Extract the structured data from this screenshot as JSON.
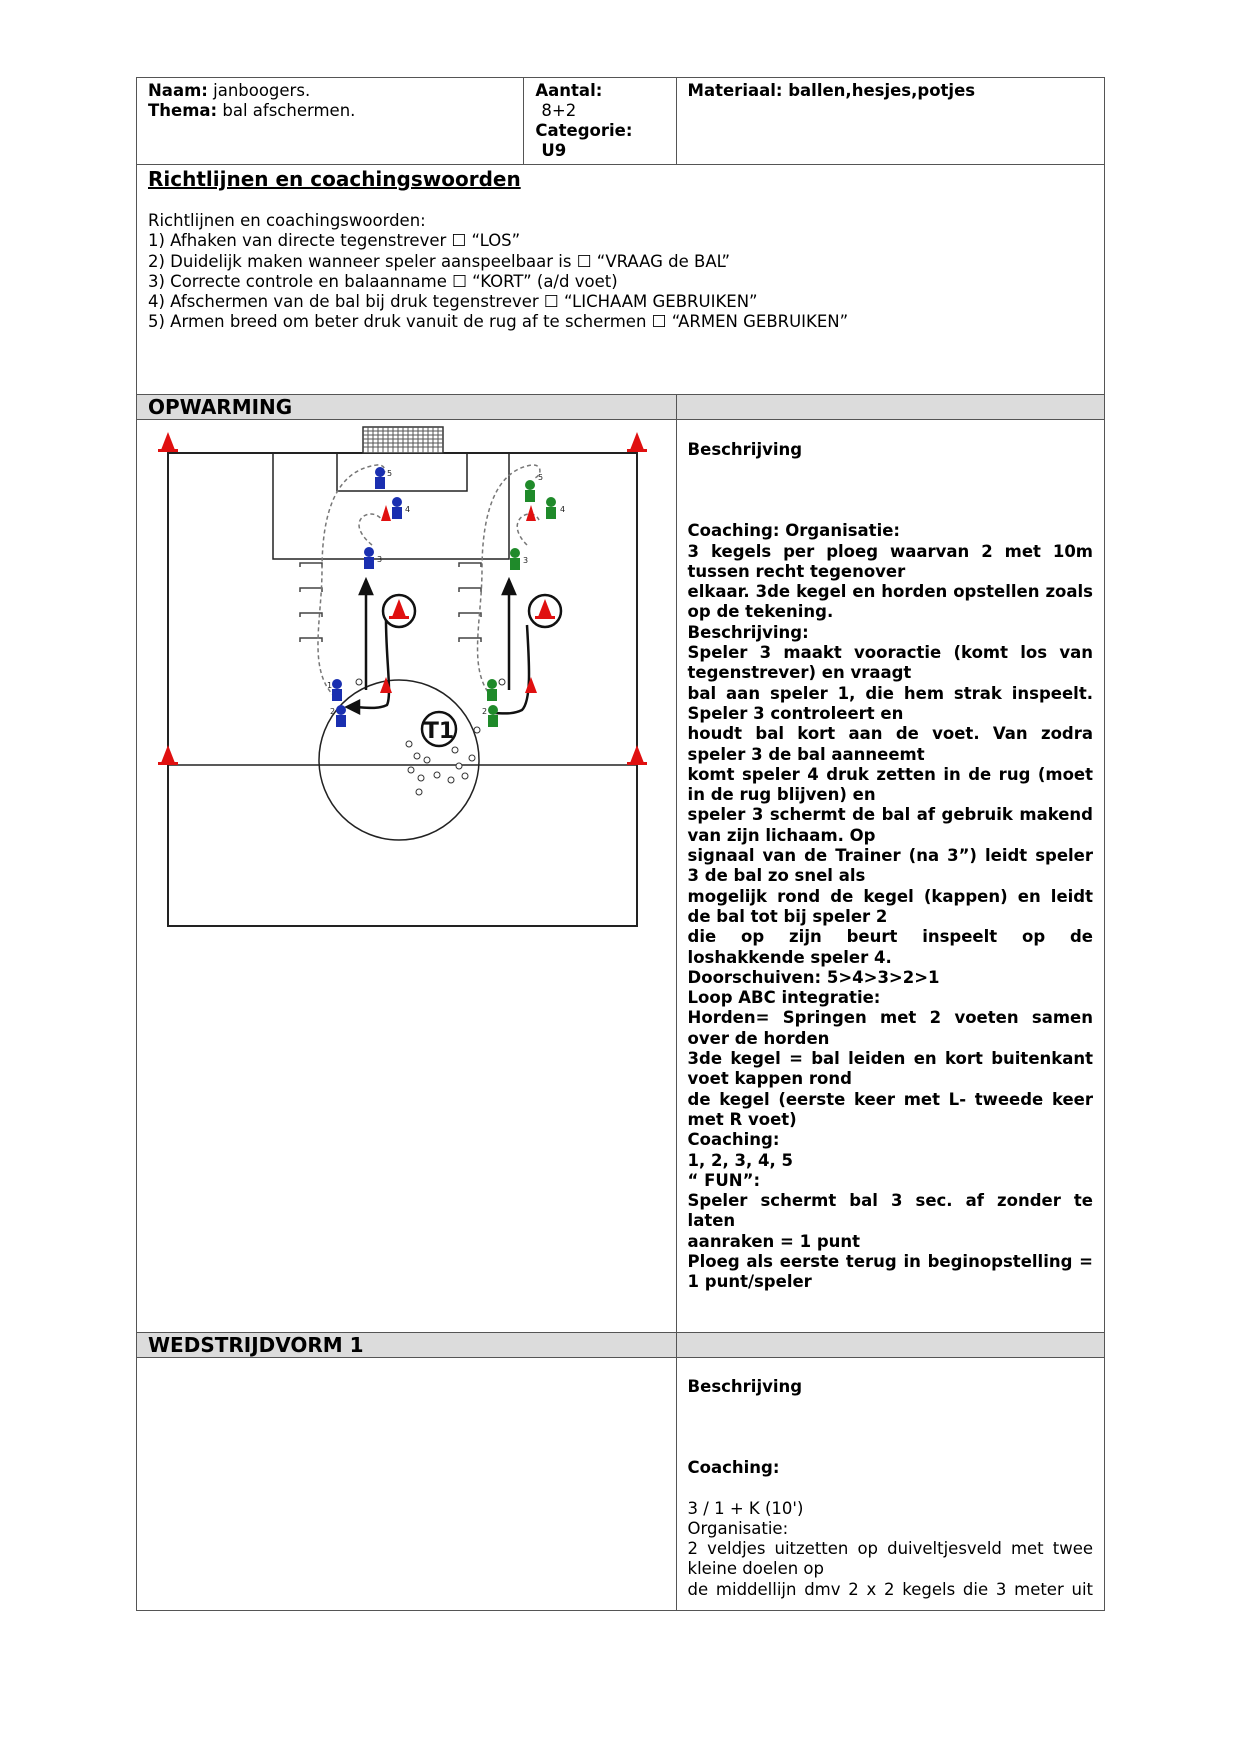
{
  "header": {
    "naam_label": "Naam:",
    "naam_value": " janboogers.",
    "thema_label": "Thema:",
    "thema_value": " bal afschermen.",
    "aantal_label": "Aantal:",
    "aantal_value": "8+2",
    "categorie_label": "Categorie:",
    "categorie_value": "U9",
    "materiaal": "Materiaal: ballen,hesjes,potjes"
  },
  "richtlijnen": {
    "title": "Richtlijnen en coachingswoorden",
    "intro": "Richtlijnen en coachingswoorden:",
    "items": [
      "1) Afhaken van directe tegenstrever ☐ “LOS”",
      "2) Duidelijk maken wanneer speler aanspeelbaar is ☐ “VRAAG de BAL”",
      "3) Correcte controle en balaanname ☐ “KORT” (a/d voet)",
      "4) Afschermen van de bal bij druk tegenstrever ☐ “LICHAAM GEBRUIKEN”",
      "5) Armen breed om beter druk vanuit de rug af te schermen ☐ “ARMEN GEBRUIKEN”"
    ]
  },
  "opwarming": {
    "title": "OPWARMING",
    "diagram_label": "T1",
    "beschrijving_heading": "Beschrijving",
    "lines": [
      "Coaching: Organisatie:",
      "3 kegels per ploeg waarvan 2 met 10m",
      "tussen recht tegenover",
      "elkaar. 3de kegel en horden opstellen zoals",
      "op de tekening.",
      "Beschrijving:",
      "Speler 3 maakt vooractie (komt los van",
      "tegenstrever) en vraagt",
      "bal aan speler 1, die hem strak inspeelt.",
      "Speler 3 controleert en",
      "houdt bal kort aan de voet. Van zodra",
      "speler 3 de bal aanneemt",
      "komt speler 4 druk zetten in de rug (moet",
      "in de rug blijven) en",
      "speler 3 schermt de bal af gebruik makend",
      "van zijn lichaam. Op",
      "signaal van de Trainer (na 3”) leidt speler",
      "3 de bal zo snel als",
      "mogelijk rond de kegel (kappen) en leidt",
      "de bal tot bij speler 2",
      "die op zijn beurt inspeelt op de",
      "loshakkende speler 4.",
      "Doorschuiven: 5>4>3>2>1",
      "Loop ABC integratie:",
      "Horden= Springen met 2 voeten samen",
      "over de horden",
      "3de kegel = bal leiden en kort buitenkant",
      "voet kappen rond",
      "de kegel (eerste keer met L- tweede keer",
      "met R voet)",
      "Coaching:",
      "1, 2, 3, 4, 5",
      "“ FUN”:",
      "Speler schermt bal 3 sec. af zonder te laten",
      "aanraken = 1 punt",
      "Ploeg als eerste terug in beginopstelling =",
      "1 punt/speler"
    ]
  },
  "wedstrijdvorm": {
    "title": "WEDSTRIJDVORM 1",
    "beschrijving_heading": "Beschrijving",
    "coaching_heading": "Coaching:",
    "lines": [
      "3 / 1 + K (10')",
      "Organisatie:",
      "2 veldjes uitzetten op duiveltjesveld met twee",
      "kleine doelen op",
      "de middellijn dmv 2 x 2 kegels die 3 meter uit"
    ]
  },
  "colors": {
    "blue_team": "#1a2fb0",
    "green_team": "#1f8a2a",
    "cone": "#e01010",
    "section_bg": "#dcdcdc"
  },
  "player_numbers": [
    "1",
    "2",
    "3",
    "4",
    "5"
  ]
}
